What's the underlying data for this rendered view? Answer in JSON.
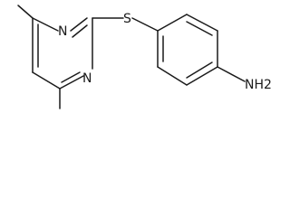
{
  "molecule": {
    "atoms": {
      "pyrimidine_n_top": "N",
      "pyrimidine_n_bottom": "N",
      "sulfur": "S",
      "amine": "NH2"
    }
  }
}
